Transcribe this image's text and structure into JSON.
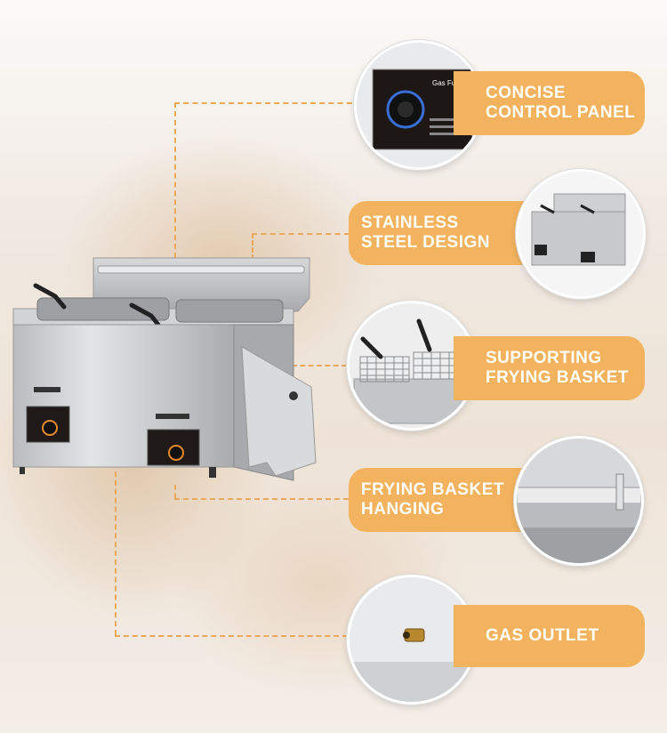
{
  "features": [
    {
      "line1": "CONCISE",
      "line2": "CONTROL PANEL",
      "icon": "control-panel-closeup"
    },
    {
      "line1": "STAINLESS",
      "line2": "STEEL DESIGN",
      "icon": "fryer-overview"
    },
    {
      "line1": "SUPPORTING",
      "line2": "FRYING BASKET",
      "icon": "frying-basket-closeup"
    },
    {
      "line1": "FRYING BASKET",
      "line2": "HANGING",
      "icon": "basket-hanging-rail-closeup"
    },
    {
      "line1": "GAS OUTLET",
      "line2": "",
      "icon": "gas-outlet-closeup"
    }
  ],
  "colors": {
    "accent": "#f3b35e",
    "dashed_line": "#e9a85a",
    "steel": "#c8c9cb"
  }
}
